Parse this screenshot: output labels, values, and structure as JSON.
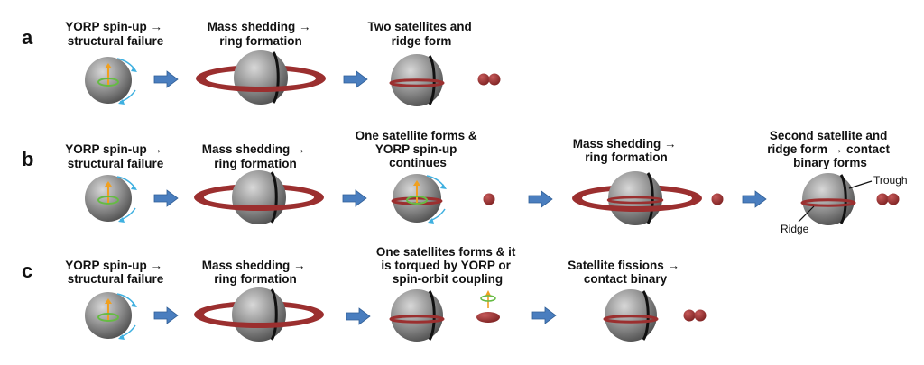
{
  "row_letters": [
    "a",
    "b",
    "c"
  ],
  "stage_labels": {
    "yorp": [
      "YORP spin-up →",
      "structural failure"
    ],
    "mass_shedding": [
      "Mass shedding →",
      "ring formation"
    ],
    "two_satellites": [
      "Two satellites and",
      "ridge form"
    ],
    "one_satellite_yorp": [
      "One satellite forms &",
      "YORP spin-up",
      "continues"
    ],
    "second_satellite": [
      "Second satellite and",
      "ridge form → contact",
      "binary forms"
    ],
    "one_satellite_torqued": [
      "One satellites forms & it",
      "is torqued by YORP or",
      "spin-orbit coupling"
    ],
    "satellite_fissions": [
      "Satellite fissions →",
      "contact binary"
    ]
  },
  "callouts": {
    "trough": "Trough",
    "ridge": "Ridge"
  },
  "colors": {
    "body_gray": "#8a8a8a",
    "ring_red": "#9b2f2f",
    "arrow_blue": "#4a7ebf",
    "spin_green": "#66bb44",
    "spin_axis_orange": "#f0a020",
    "spin_arrow_cyan": "#3fb0e0"
  }
}
